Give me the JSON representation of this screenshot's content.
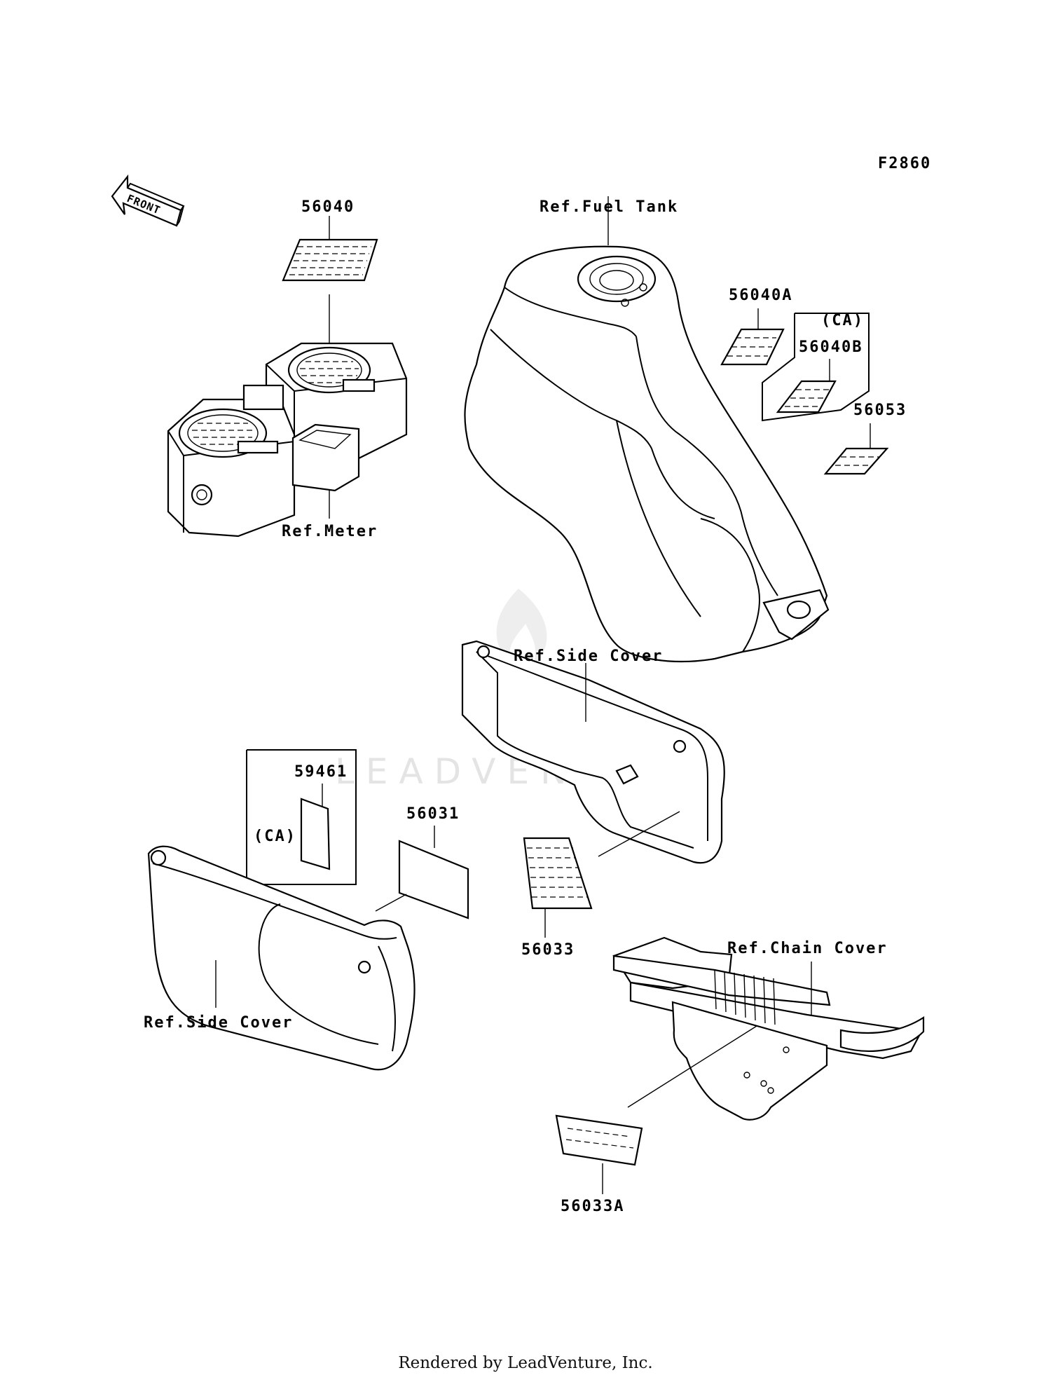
{
  "figure_code": "F2860",
  "front_label": "FRONT",
  "callouts": {
    "p56040": "56040",
    "ref_fuel_tank": "Ref.Fuel Tank",
    "p56040a": "56040A",
    "ca_top": "(CA)",
    "p56040b": "56040B",
    "p56053": "56053",
    "ref_meter": "Ref.Meter",
    "ref_side_cover_right": "Ref.Side Cover",
    "p59461": "59461",
    "ca_left": "(CA)",
    "p56031": "56031",
    "p56033": "56033",
    "ref_chain_cover": "Ref.Chain Cover",
    "ref_side_cover_left": "Ref.Side Cover",
    "p56033a": "56033A"
  },
  "watermark": "LEADVENTURE",
  "footer": "Rendered by LeadVenture, Inc."
}
